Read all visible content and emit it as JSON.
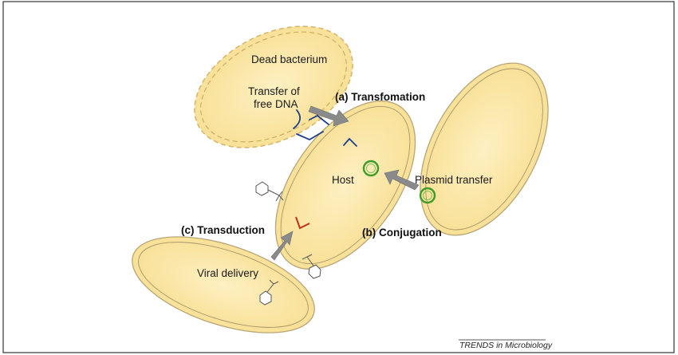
{
  "labels": {
    "dead_bacterium": "Dead bacterium",
    "transfer_line1": "Transfer of",
    "transfer_line2": "free DNA",
    "transformation": "(a) Transfomation",
    "host": "Host",
    "plasmid_transfer": "Plasmid transfer",
    "transduction": "(c) Transduction",
    "conjugation": "(b) Conjugation",
    "viral_delivery": "Viral delivery",
    "credit": "TRENDS in Microbiology"
  },
  "colors": {
    "cell_fill": "#fbe6a6",
    "cell_stroke": "#b8a678",
    "dead_stroke": "#d8b770",
    "arrow": "#8a8a8a",
    "plasmid": "#3f9b2a",
    "free_dna": "#1f3f8a",
    "viral_dna": "#c0321e",
    "frame": "#333333"
  },
  "icons": [
    "bacteriophage-icon",
    "plasmid-ring-icon"
  ]
}
